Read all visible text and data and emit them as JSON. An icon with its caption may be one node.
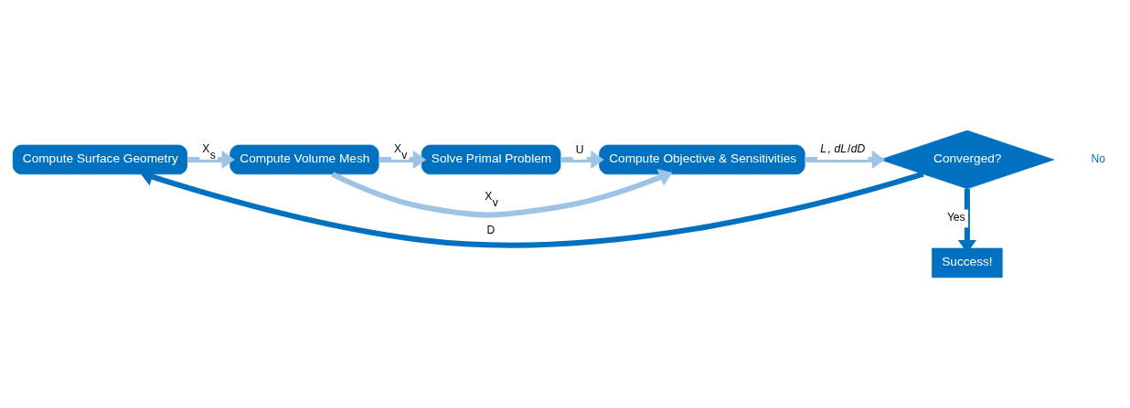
{
  "diagram": {
    "nodes": [
      {
        "text": [
          "Compute Surface Geometry"
        ]
      },
      {
        "text": [
          "Compute Volume Mesh"
        ]
      },
      {
        "text": [
          "Solve Primal Problem"
        ]
      },
      {
        "text": [
          "Compute Objective & Sensitivities"
        ]
      },
      {
        "text": [
          "Converged?"
        ]
      },
      {
        "text": [
          "Success!"
        ]
      }
    ],
    "edges": [
      {
        "from": 0,
        "to": 1,
        "arrow": "to",
        "label": "X$_{s}$"
      },
      {
        "from": 1,
        "to": 2,
        "arrow": "to",
        "label": "X$_{v}$"
      },
      {
        "from": 2,
        "to": 3,
        "arrow": "to",
        "label": "U"
      },
      {
        "from": 3,
        "to": 4,
        "arrow": "to",
        "label": "*L*, *dL*/*dD*"
      },
      {
        "from": 1,
        "to": 3,
        "arrow": "to",
        "label": "X$_{v}$"
      },
      {
        "from": 4,
        "to": 5,
        "arrow": "to",
        "label": "Yes",
        "color": "#0070c0"
      },
      {
        "from": 4,
        "to": 0,
        "arrow": "to",
        "label": "D",
        "color": "#0070c0"
      }
    ],
    "labels": [
      "No"
    ]
  }
}
